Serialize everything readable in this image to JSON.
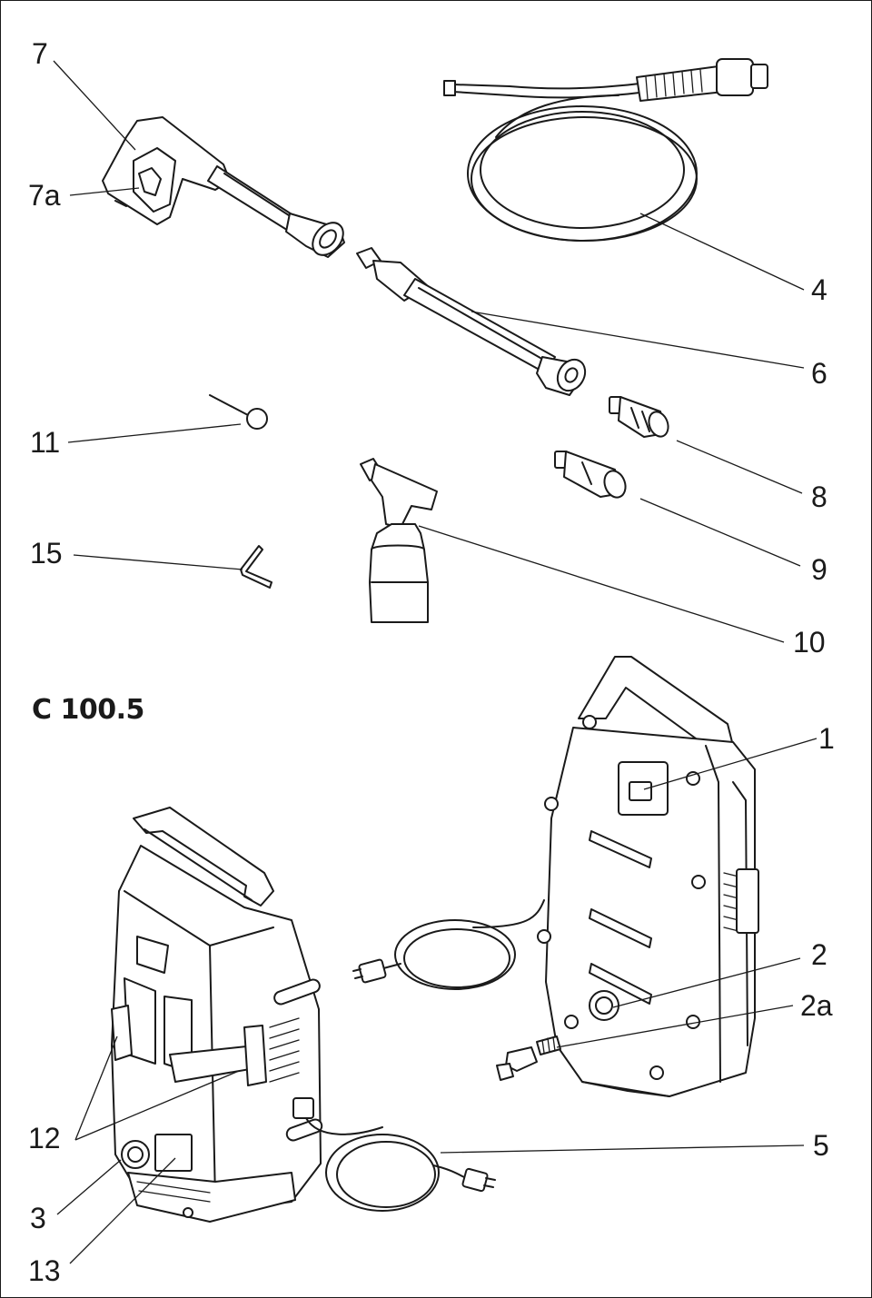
{
  "model_label": "C 100.5",
  "callouts": {
    "c7": "7",
    "c7a": "7a",
    "c4": "4",
    "c6": "6",
    "c11": "11",
    "c8": "8",
    "c15": "15",
    "c9": "9",
    "c10": "10",
    "c1": "1",
    "c2": "2",
    "c2a": "2a",
    "c12": "12",
    "c5": "5",
    "c3": "3",
    "c13": "13"
  },
  "colors": {
    "ink": "#1a1a1a",
    "paper": "#ffffff"
  }
}
